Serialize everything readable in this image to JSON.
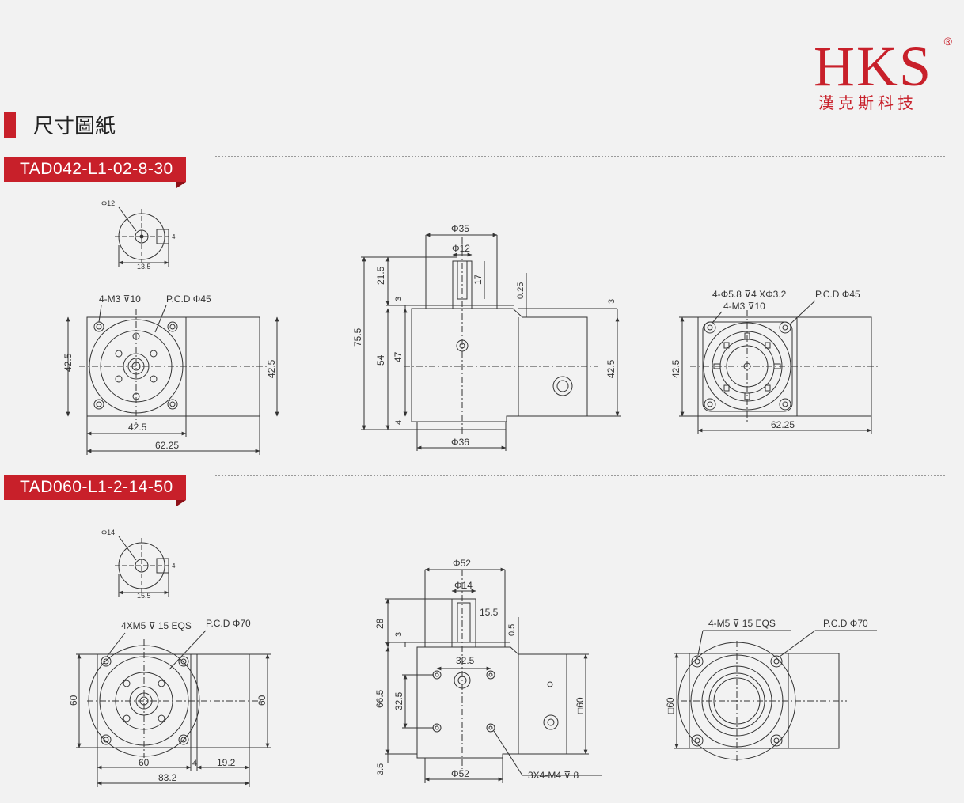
{
  "brand": {
    "name": "HKS",
    "registered": "®",
    "chinese": "漢克斯科技"
  },
  "section": {
    "title": "尺寸圖紙"
  },
  "models": [
    {
      "id": "TAD042-L1-02-8-30",
      "dims": {
        "shaft_dia": "Φ12",
        "shaft_key_h": "13.5",
        "key_w": "4",
        "front_holes": "4-M3",
        "front_holes_depth": "10",
        "front_pcd": "P.C.D Φ45",
        "front_height": "42.5",
        "front_width": "42.5",
        "front_total": "62.25",
        "front_right": "42.5",
        "side_top_dia": "Φ35",
        "side_shaft_dia": "Φ12",
        "side_total": "75.5",
        "side_shaft_len": "21.5",
        "side_step": "3",
        "side_key_len": "17",
        "side_gap": "0.25",
        "side_body": "54",
        "side_inner": "47",
        "side_base": "4",
        "side_bottom_dia": "Φ36",
        "side_right_step": "3",
        "side_right_h": "42.5",
        "back_holes_a": "4-Φ5.8",
        "back_holes_a_depth": "4",
        "back_holes_a2": "XΦ3.2",
        "back_holes_b": "4-M3",
        "back_holes_b_depth": "10",
        "back_pcd": "P.C.D Φ45",
        "back_height": "42.5",
        "back_width": "62.25"
      }
    },
    {
      "id": "TAD060-L1-2-14-50",
      "dims": {
        "shaft_dia": "Φ14",
        "shaft_key_h": "15.5",
        "key_w": "4",
        "front_holes": "4XM5",
        "front_holes_depth": "15 EQS",
        "front_pcd": "P.C.D Φ70",
        "front_height": "60",
        "front_right": "60",
        "front_w1": "60",
        "front_w2": "4",
        "front_w3": "19.2",
        "front_total": "83.2",
        "side_top_dia": "Φ52",
        "side_shaft_dia": "Φ14",
        "side_shaft_len": "28",
        "side_step": "3",
        "side_key_len": "15.5",
        "side_gap": "0.5",
        "side_pitch": "32.5",
        "side_body": "66.5",
        "side_pitch_v": "32.5",
        "side_base": "3.5",
        "side_bottom_dia": "Φ52",
        "side_taps": "3X4-M4",
        "side_taps_depth": "8",
        "side_right": "□60",
        "back_holes": "4-M5",
        "back_holes_depth": "15 EQS",
        "back_pcd": "P.C.D Φ70",
        "back_height": "□60"
      }
    }
  ],
  "colors": {
    "brand_red": "#c8202a",
    "line": "#333333",
    "background": "#f2f2f2"
  }
}
